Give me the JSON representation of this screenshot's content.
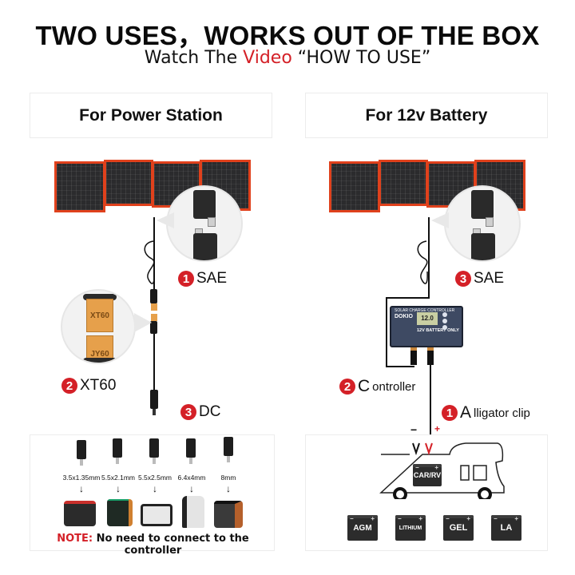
{
  "header": {
    "title": "TWO USES，WORKS OUT OF THE BOX",
    "subtitle_prefix": "Watch The ",
    "subtitle_accent": "Video",
    "subtitle_suffix": " “HOW TO USE”"
  },
  "left": {
    "heading": "For Power Station",
    "callouts": [
      {
        "num": "1",
        "text": "SAE"
      },
      {
        "num": "2",
        "text": "XT60"
      },
      {
        "num": "3",
        "text": "DC"
      }
    ],
    "xt60": {
      "top_label": "XT60",
      "bottom_label": "JY60"
    },
    "dc_tips": [
      {
        "size": "3.5x1.35mm"
      },
      {
        "size": "5.5x2.1mm"
      },
      {
        "size": "5.5x2.5mm"
      },
      {
        "size": "6.4x4mm"
      },
      {
        "size": "8mm"
      }
    ],
    "arrow_glyph": "↓",
    "note_label": "NOTE:",
    "note_text": " No need to connect to the controller"
  },
  "right": {
    "heading": "For 12v Battery",
    "callouts": [
      {
        "num": "3",
        "text": "SAE"
      },
      {
        "num": "2",
        "first": "C",
        "text": "ontroller"
      },
      {
        "num": "1",
        "first": "A",
        "text": "lligator clip"
      }
    ],
    "controller": {
      "title": "SOLAR CHARGE CONTROLLER",
      "brand": "DOKIO",
      "display": "12.0",
      "battery_text": "12V BATTERY ONLY"
    },
    "polarity": {
      "negative": "−",
      "positive": "+"
    },
    "vehicle_battery": "CAR/RV",
    "battery_types": [
      "AGM",
      "LITHIUM",
      "GEL",
      "LA"
    ]
  },
  "colors": {
    "accent_red": "#d42027",
    "panel_frame": "#e0411c",
    "panel_cell": "#2b2b2d"
  }
}
